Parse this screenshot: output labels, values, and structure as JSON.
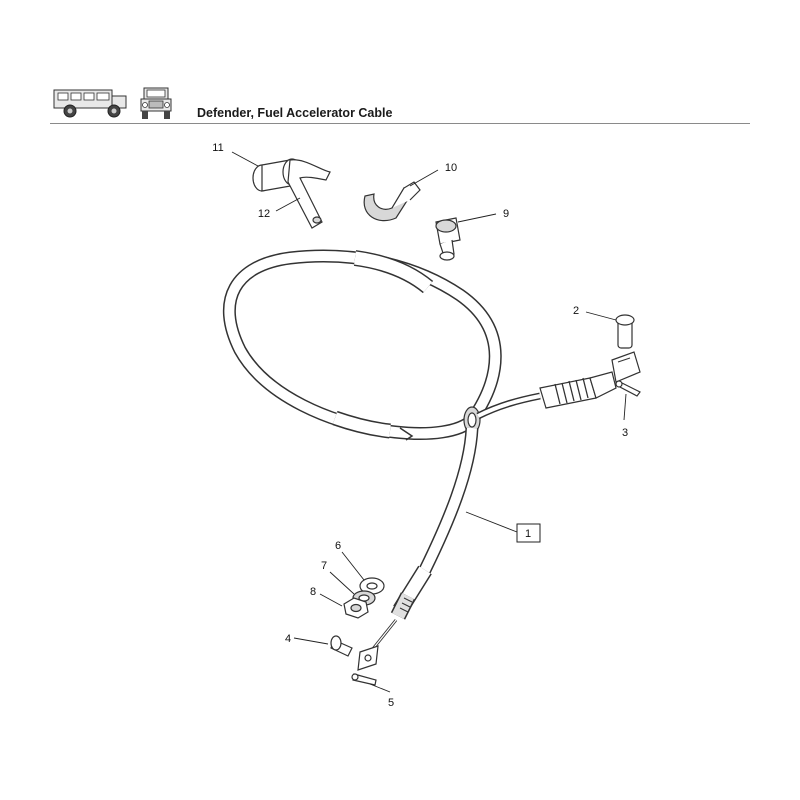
{
  "header": {
    "title": "Defender, Fuel Accelerator Cable",
    "icons": [
      "defender-side-view-icon",
      "defender-front-view-icon"
    ]
  },
  "callouts": [
    {
      "id": "1",
      "label": "1",
      "boxed": true
    },
    {
      "id": "2",
      "label": "2"
    },
    {
      "id": "3",
      "label": "3"
    },
    {
      "id": "4",
      "label": "4"
    },
    {
      "id": "5",
      "label": "5"
    },
    {
      "id": "6",
      "label": "6"
    },
    {
      "id": "7",
      "label": "7"
    },
    {
      "id": "8",
      "label": "8"
    },
    {
      "id": "9",
      "label": "9"
    },
    {
      "id": "10",
      "label": "10"
    },
    {
      "id": "11",
      "label": "11"
    },
    {
      "id": "12",
      "label": "12"
    }
  ]
}
